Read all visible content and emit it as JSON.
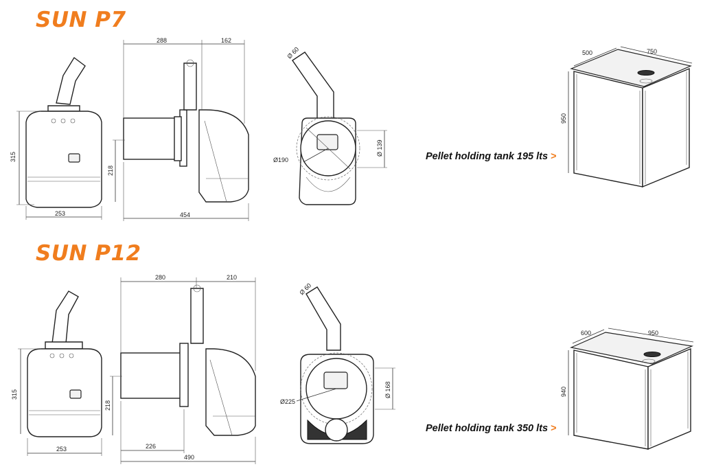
{
  "models": [
    {
      "title": "SUN P7",
      "dims": {
        "front_height": "315",
        "front_width": "253",
        "side_top_left": "288",
        "side_top_right": "162",
        "side_height": "218",
        "side_total": "454",
        "pipe_diameter": "Ø 60",
        "flange_diameter": "Ø190",
        "tube_diameter": "Ø 139"
      },
      "tank": {
        "label": "Pellet holding tank 195 lts",
        "arrow": ">",
        "depth": "500",
        "width": "750",
        "height": "950"
      }
    },
    {
      "title": "SUN P12",
      "dims": {
        "front_height": "315",
        "front_width": "253",
        "side_top_left": "280",
        "side_top_right": "210",
        "side_height": "218",
        "side_inner": "226",
        "side_total": "490",
        "pipe_diameter": "Ø 60",
        "flange_diameter": "Ø225",
        "tube_diameter": "Ø 168"
      },
      "tank": {
        "label": "Pellet holding tank 350 lts",
        "arrow": ">",
        "depth": "600",
        "width": "950",
        "height": "940"
      }
    }
  ],
  "colors": {
    "accent": "#f07d1e",
    "line": "#222222"
  }
}
